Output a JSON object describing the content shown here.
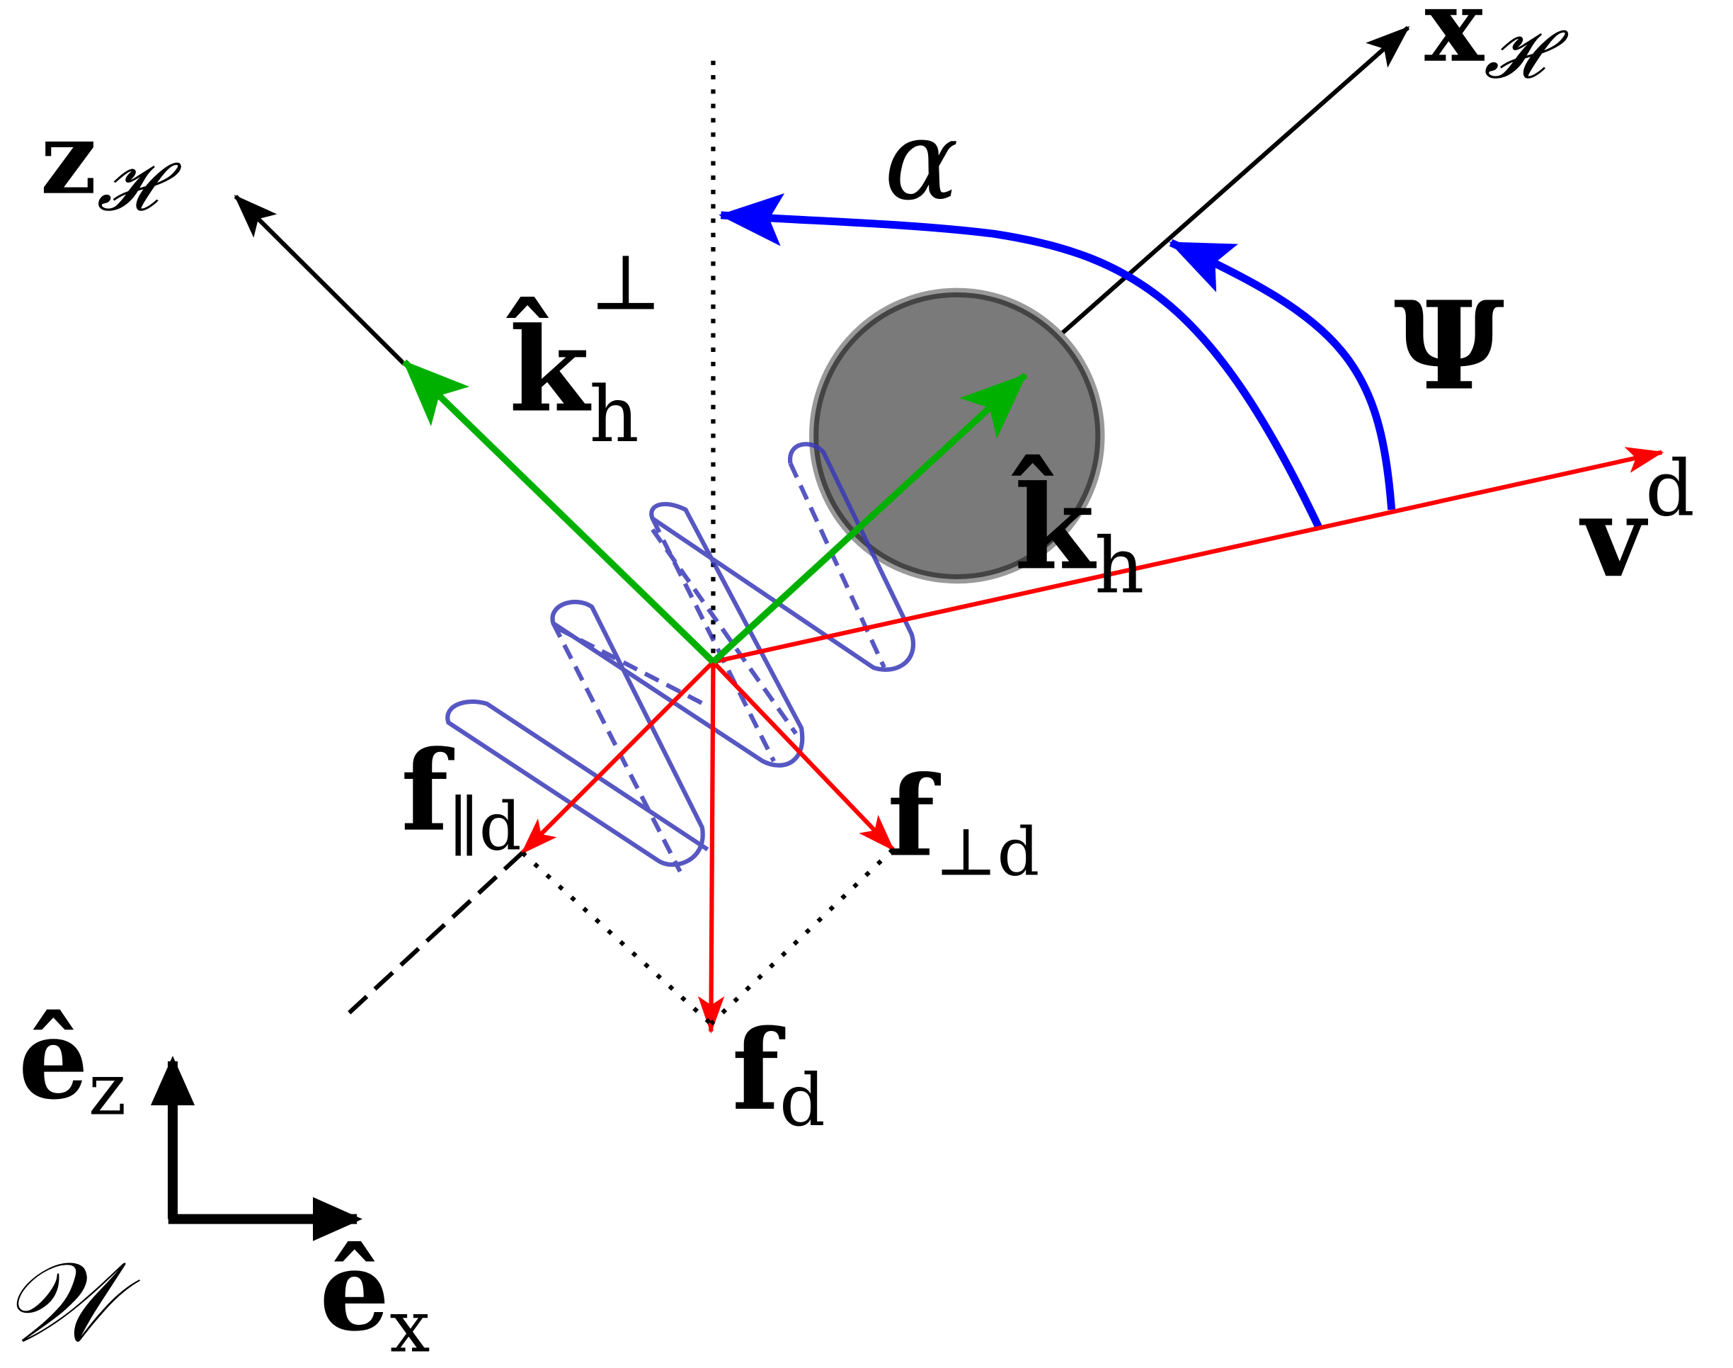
{
  "labels": {
    "z_axis": {
      "main": "z",
      "sub": "𝓗"
    },
    "x_axis": {
      "main": "x",
      "sub": "𝓗"
    },
    "alpha": "α",
    "psi": "Ψ",
    "k_perp": {
      "main": "k̂",
      "sub": "h",
      "sup": "⊥"
    },
    "k_h": {
      "main": "k̂",
      "sub": "h"
    },
    "v_d": {
      "main": "v",
      "sup": "d"
    },
    "f_par": {
      "main": "f",
      "sub": "∥d"
    },
    "f_perp": {
      "main": "f",
      "sub": "⊥d"
    },
    "f_d": {
      "main": "f",
      "sub": "d"
    },
    "e_z": {
      "main": "ê",
      "sub": "z"
    },
    "e_x": {
      "main": "ê",
      "sub": "x"
    },
    "world": "𝒲"
  },
  "colors": {
    "axes": "#000000",
    "green_vectors": "#00b000",
    "red_vectors": "#ff0000",
    "angle_arcs": "#0000ff",
    "helix": "#3a3ab8",
    "sphere": "#7a7a7a"
  }
}
